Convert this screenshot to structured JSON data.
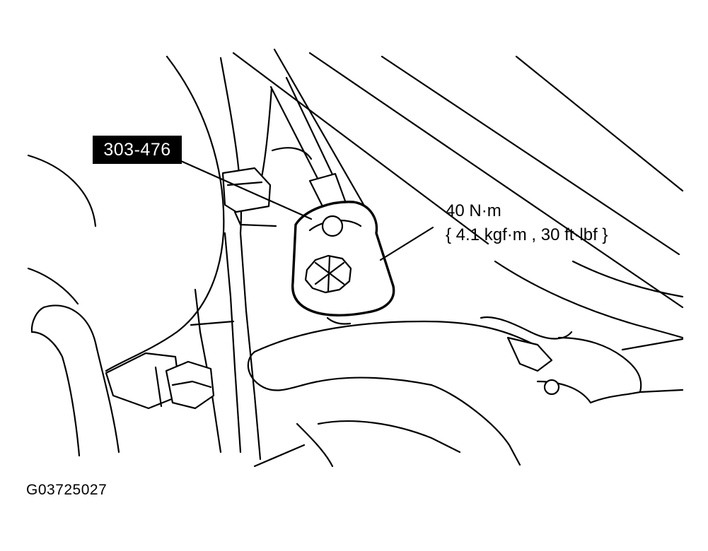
{
  "callouts": {
    "tool_number": "303-476",
    "torque_primary": "40 N·m",
    "torque_secondary": "{ 4.1 kgf·m , 30 ft·lbf }"
  },
  "figure_id": "G03725027",
  "colors": {
    "line": "#000000",
    "background": "#ffffff",
    "tag_fill": "#000000",
    "tag_text": "#ffffff"
  }
}
